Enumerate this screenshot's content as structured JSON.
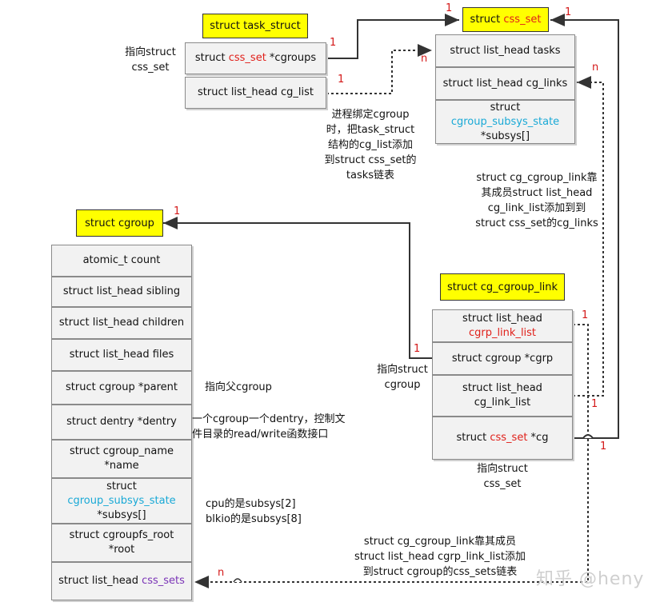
{
  "task_struct": {
    "title": "struct task_struct",
    "field_cgroups_pre": "struct ",
    "field_cgroups_red": "css_set",
    "field_cgroups_post": " *cgroups",
    "field_cg_list": "struct list_head cg_list"
  },
  "css_set": {
    "title_pre": "struct ",
    "title_red": "css_set",
    "field_tasks": "struct list_head tasks",
    "field_cg_links": "struct list_head cg_links",
    "field_subsys_1": "struct",
    "field_subsys_2": "cgroup_subsys_state",
    "field_subsys_3": "*subsys[]"
  },
  "cgroup": {
    "title": "struct cgroup",
    "fields": [
      "atomic_t count",
      "struct list_head sibling",
      "struct list_head children",
      "struct list_head files",
      "struct cgroup *parent",
      "struct dentry *dentry"
    ],
    "name_1": "struct cgroup_name",
    "name_2": "*name",
    "subsys_1": "struct",
    "subsys_2": "cgroup_subsys_state",
    "subsys_3": "*subsys[]",
    "root_1": "struct cgroupfs_root",
    "root_2": "*root",
    "css_sets_pre": "struct list_head ",
    "css_sets_purple": "css_sets"
  },
  "cg_cgroup_link": {
    "title": "struct cg_cgroup_link",
    "cgrp_link_list_1": "struct list_head",
    "cgrp_link_list_2": "cgrp_link_list",
    "cgrp": "struct cgroup *cgrp",
    "cg_link_list_1": "struct list_head",
    "cg_link_list_2": "cg_link_list",
    "cg_pre": "struct ",
    "cg_red": "css_set",
    "cg_post": " *cg"
  },
  "annotations": {
    "point_css_set_1": "指向struct",
    "point_css_set_2": "css_set",
    "bind_1": "进程绑定cgroup",
    "bind_2": "时，把task_struct",
    "bind_3": "结构的cg_list添加",
    "bind_4": "到struct css_set的",
    "bind_5": "tasks链表",
    "link_cg_1": "struct cg_cgroup_link靠",
    "link_cg_2": "其成员struct list_head",
    "link_cg_3": "cg_link_list添加到到",
    "link_cg_4": "struct css_set的cg_links",
    "point_cgroup_1": "指向struct",
    "point_cgroup_2": "cgroup",
    "point_parent": "指向父cgroup",
    "dentry_1": "一个cgroup一个dentry，控制文",
    "dentry_2": "件目录的read/write函数接口",
    "cpu": "cpu的是subsys[2]",
    "blkio": "blkio的是subsys[8]",
    "point_css_set_b1": "指向struct",
    "point_css_set_b2": "css_set",
    "link_grp_1": "struct cg_cgroup_link靠其成员",
    "link_grp_2": "struct list_head cgrp_link_list添加",
    "link_grp_3": "到struct cgroup的css_sets链表"
  },
  "multiplicity": {
    "one": "1",
    "n": "n"
  },
  "watermark": "知乎 @heny",
  "colors": {
    "title_bg": "#ffff00",
    "box_bg": "#f2f2f2",
    "red_text": "#e0201a",
    "cyan_text": "#19a9d6",
    "purple_text": "#7a33b6"
  }
}
